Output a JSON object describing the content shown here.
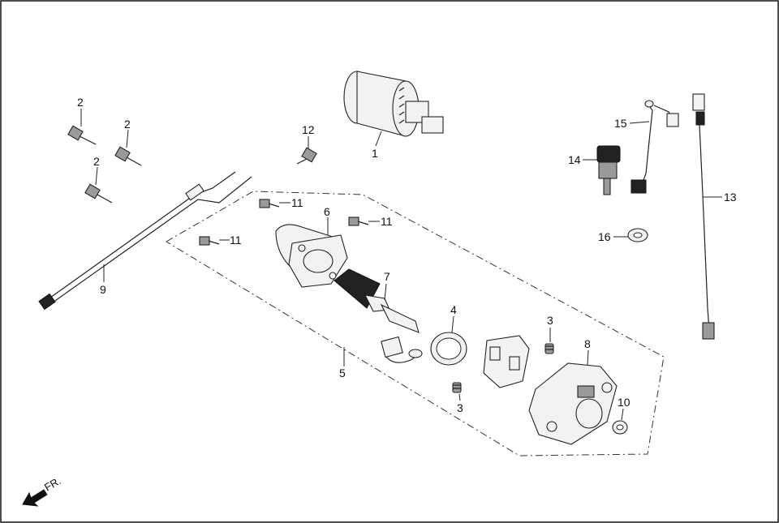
{
  "callouts": {
    "c1": "1",
    "c2a": "2",
    "c2b": "2",
    "c2c": "2",
    "c3a": "3",
    "c3b": "3",
    "c4": "4",
    "c5": "5",
    "c6": "6",
    "c7": "7",
    "c8": "8",
    "c9": "9",
    "c10": "10",
    "c11a": "11",
    "c11b": "11",
    "c11c": "11",
    "c12": "12",
    "c13": "13",
    "c14": "14",
    "c15": "15",
    "c16": "16"
  },
  "direction": {
    "label": "FR.",
    "icon": "front-arrow-icon"
  }
}
